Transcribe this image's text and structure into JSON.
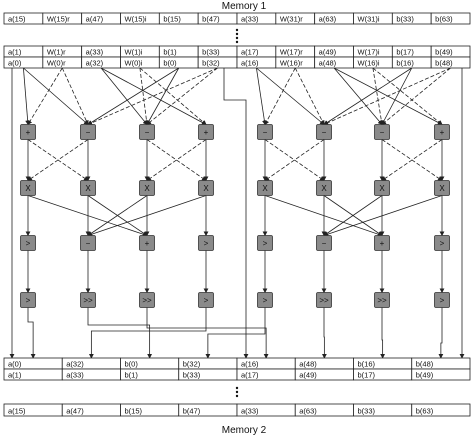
{
  "memory1": {
    "title": "Memory 1",
    "top_row": [
      "a(15)",
      "W(15)r",
      "a(47)",
      "W(15)i",
      "b(15)",
      "b(47)",
      "a(33)",
      "W(31)r",
      "a(63)",
      "W(31)i",
      "b(33)",
      "b(63)"
    ],
    "row_a": [
      "a(1)",
      "W(1)r",
      "a(33)",
      "W(1)i",
      "b(1)",
      "b(33)",
      "a(17)",
      "W(17)r",
      "a(49)",
      "W(17)i",
      "b(17)",
      "b(49)"
    ],
    "row_b": [
      "a(0)",
      "W(0)r",
      "a(32)",
      "W(0)i",
      "b(0)",
      "b(32)",
      "a(16)",
      "W(16)r",
      "a(48)",
      "W(16)i",
      "b(16)",
      "b(48)"
    ]
  },
  "memory2": {
    "title": "Memory 2",
    "row_a": [
      "a(0)",
      "a(32)",
      "b(0)",
      "b(32)",
      "a(16)",
      "a(48)",
      "b(16)",
      "b(48)"
    ],
    "row_b": [
      "a(1)",
      "a(33)",
      "b(1)",
      "b(33)",
      "a(17)",
      "a(49)",
      "b(17)",
      "b(49)"
    ],
    "bottom_row": [
      "a(15)",
      "a(47)",
      "b(15)",
      "b(47)",
      "a(33)",
      "a(63)",
      "b(33)",
      "b(63)"
    ]
  },
  "ops": {
    "stage1": [
      "+",
      "−",
      "−",
      "+",
      "−",
      "−",
      "−",
      "+"
    ],
    "stage2": [
      "X",
      "X",
      "X",
      "X",
      "X",
      "X",
      "X",
      "X"
    ],
    "stage3": [
      ">",
      "−",
      "+",
      ">",
      ">",
      "−",
      "+",
      ">"
    ],
    "stage4": [
      ">",
      ">>",
      ">>",
      ">",
      ">",
      ">>",
      ">>",
      ">"
    ]
  }
}
